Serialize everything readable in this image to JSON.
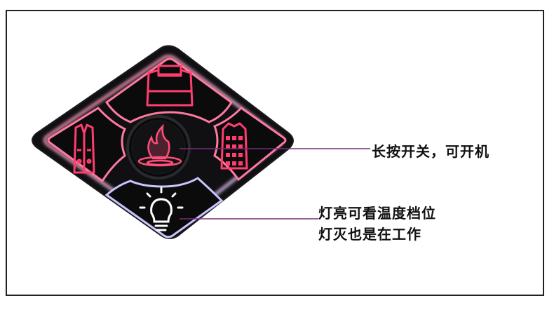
{
  "annotations": {
    "power": "长按开关，可开机",
    "light_line1": "灯亮可看温度档位",
    "light_line2": "灯灭也是在工作"
  },
  "buttons": [
    {
      "id": "top",
      "icon": "vest-back-icon",
      "color": "#ff3d6e"
    },
    {
      "id": "left",
      "icon": "vest-front-icon",
      "color": "#ff3d6e"
    },
    {
      "id": "right",
      "icon": "heated-vest-icon",
      "color": "#ff3d6e"
    },
    {
      "id": "center",
      "icon": "flame-icon",
      "color": "#ff4f7a"
    },
    {
      "id": "bottom",
      "icon": "lightbulb-icon",
      "color": "#ffffff"
    }
  ],
  "colors": {
    "panel": "#0d0d0f",
    "glow_pink": "#ff6b8f",
    "glow_blue": "#b8b6ff",
    "leader_line": "#7a2a7a"
  }
}
